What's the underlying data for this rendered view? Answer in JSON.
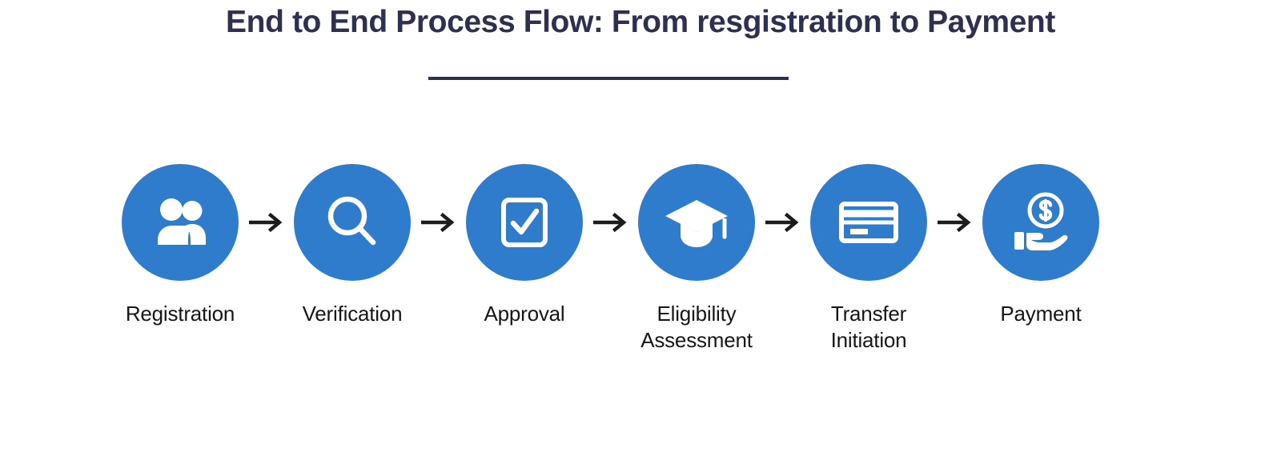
{
  "header": {
    "title": "End to End Process Flow: From resgistration to Payment",
    "rule": "horizontal-rule"
  },
  "theme": {
    "background": "#ffffff",
    "accent_blue": "#2f7ccc",
    "title_color": "#2e3050",
    "label_color": "#161616",
    "arrow_color": "#1c1c1c"
  },
  "flow": {
    "arrow_glyph": "→",
    "steps": [
      {
        "id": "registration",
        "label": "Registration",
        "icon": "users-icon"
      },
      {
        "id": "verification",
        "label": "Verification",
        "icon": "magnifier-icon"
      },
      {
        "id": "approval",
        "label": "Approval",
        "icon": "checkbox-check-icon"
      },
      {
        "id": "eligibility-assessment",
        "label": "Eligibility\nAssessment",
        "icon": "graduation-cap-icon"
      },
      {
        "id": "transfer-initiation",
        "label": "Transfer\nInitiation",
        "icon": "credit-card-icon"
      },
      {
        "id": "payment",
        "label": "Payment",
        "icon": "hand-holding-dollar-icon"
      }
    ]
  }
}
